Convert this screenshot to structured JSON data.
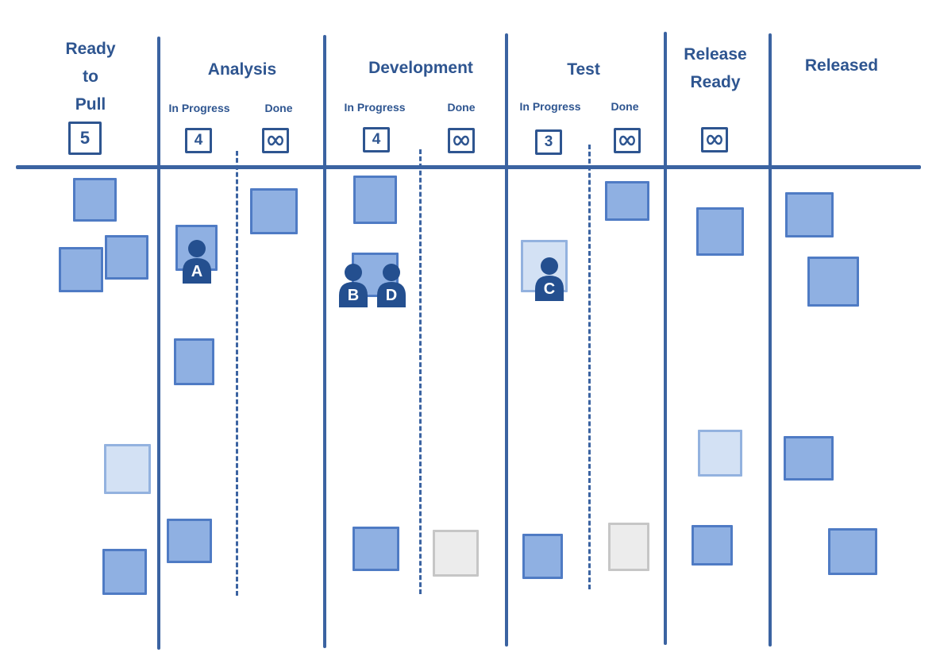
{
  "board": {
    "columns": [
      {
        "title_lines": [
          "Ready",
          "to",
          "Pull"
        ],
        "wip_limit": "5"
      },
      {
        "title": "Analysis",
        "sub": [
          {
            "label": "In Progress",
            "wip_limit": "4"
          },
          {
            "label": "Done",
            "wip_icon": "infinity-icon"
          }
        ]
      },
      {
        "title": "Development",
        "sub": [
          {
            "label": "In Progress",
            "wip_limit": "4"
          },
          {
            "label": "Done",
            "wip_icon": "infinity-icon"
          }
        ]
      },
      {
        "title": "Test",
        "sub": [
          {
            "label": "In Progress",
            "wip_limit": "3"
          },
          {
            "label": "Done",
            "wip_icon": "infinity-icon"
          }
        ]
      },
      {
        "title_lines": [
          "Release",
          "Ready"
        ],
        "wip_icon": "infinity-icon"
      },
      {
        "title": "Released"
      }
    ],
    "workers": [
      {
        "letter": "A",
        "column": "Analysis / In Progress"
      },
      {
        "letter": "B",
        "column": "Development / In Progress"
      },
      {
        "letter": "D",
        "column": "Development / In Progress"
      },
      {
        "letter": "C",
        "column": "Test / In Progress"
      }
    ],
    "colors": {
      "line": "#3b63a1",
      "card": "#8fb0e2",
      "card_border": "#4f7bc4",
      "card_pale": "#d3e1f4",
      "card_grey": "#ececec",
      "text": "#2e5590",
      "person": "#244f8f"
    }
  }
}
